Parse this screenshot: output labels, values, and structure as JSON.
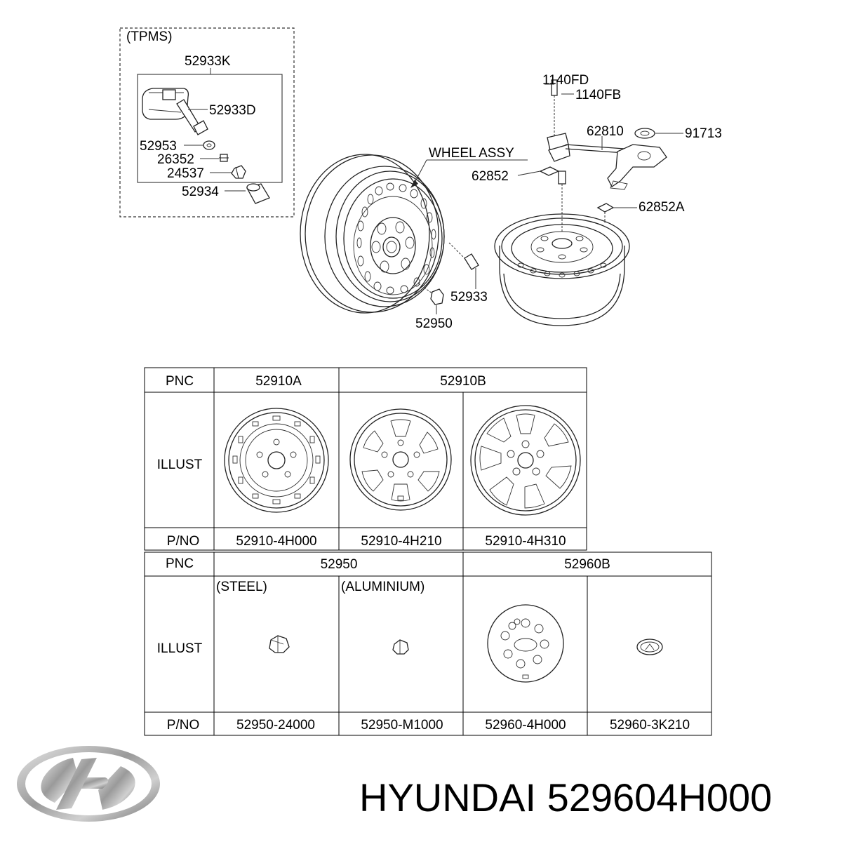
{
  "callouts": {
    "tpms": "(TPMS)",
    "p52933K": "52933K",
    "p52933D": "52933D",
    "p52953": "52953",
    "p26352": "26352",
    "p24537": "24537",
    "p52934": "52934",
    "wheel_assy": "WHEEL ASSY",
    "p1140FD": "1140FD",
    "p1140FB": "1140FB",
    "p62810": "62810",
    "p91713": "91713",
    "p62852": "62852",
    "p62852A": "62852A",
    "p52933": "52933",
    "p52950": "52950"
  },
  "table1": {
    "pnc_label": "PNC",
    "illust_label": "ILLUST",
    "pno_label": "P/NO",
    "pnc_a": "52910A",
    "pnc_b": "52910B",
    "pno": [
      "52910-4H000",
      "52910-4H210",
      "52910-4H310"
    ]
  },
  "table2": {
    "pnc_label": "PNC",
    "illust_label": "ILLUST",
    "pno_label": "P/NO",
    "pnc_a": "52950",
    "pnc_b": "52960B",
    "note_steel": "(STEEL)",
    "note_aluminium": "(ALUMINIUM)",
    "pno": [
      "52950-24000",
      "52950-M1000",
      "52960-4H000",
      "52960-3K210"
    ]
  },
  "brand": {
    "title": "HYUNDAI 529604H000",
    "logo_icon": "hyundai-logo-icon"
  }
}
